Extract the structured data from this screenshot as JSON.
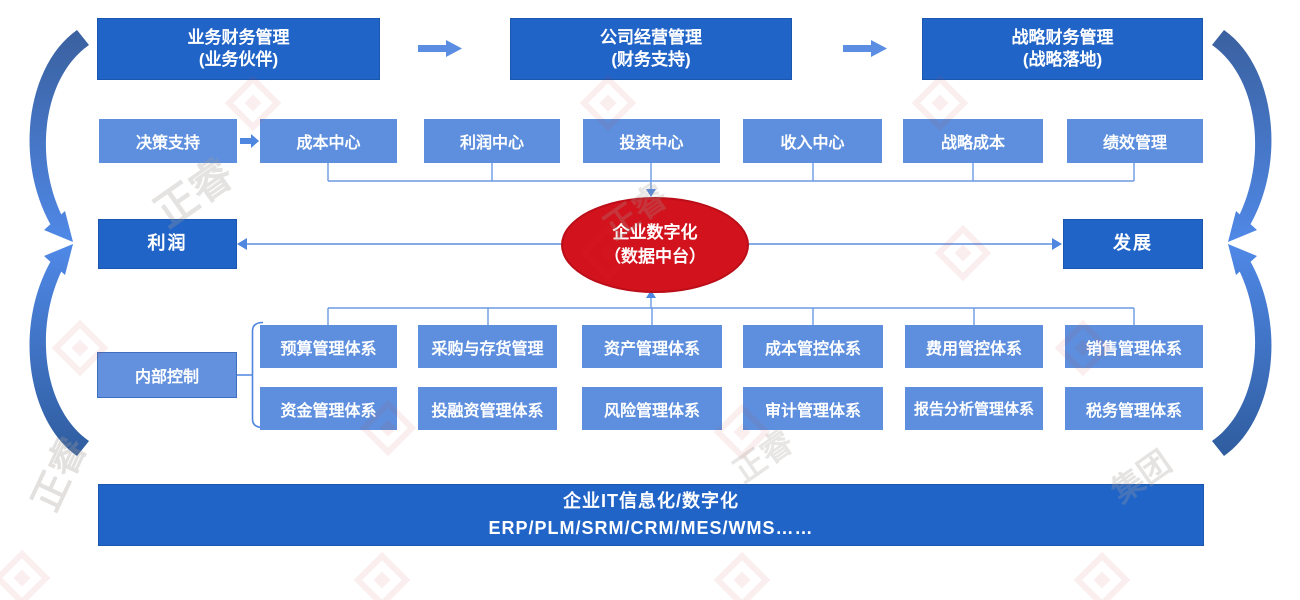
{
  "top_flow": {
    "boxes": [
      {
        "line1": "业务财务管理",
        "line2": "(业务伙伴)"
      },
      {
        "line1": "公司经营管理",
        "line2": "(财务支持)"
      },
      {
        "line1": "战略财务管理",
        "line2": "(战略落地)"
      }
    ]
  },
  "upper_row": {
    "lead": "决策支持",
    "items": [
      "成本中心",
      "利润中心",
      "投资中心",
      "收入中心",
      "战略成本",
      "绩效管理"
    ]
  },
  "hub": {
    "line1": "企业数字化",
    "line2": "（数据中台）",
    "left": "利润",
    "right": "发展"
  },
  "lower": {
    "lead": "内部控制",
    "row1": [
      "预算管理体系",
      "采购与存货管理",
      "资产管理体系",
      "成本管控体系",
      "费用管控体系",
      "销售管理体系"
    ],
    "row2": [
      "资金管理体系",
      "投融资管理体系",
      "风险管理体系",
      "审计管理体系",
      "报告分析管理体系",
      "税务管理体系"
    ]
  },
  "bottom_bar": {
    "line1": "企业IT信息化/数字化",
    "line2": "ERP/PLM/SRM/CRM/MES/WMS……"
  },
  "colors": {
    "dark_blue": "#2164c8",
    "light_blue": "#5d8fde",
    "red": "#d2121d",
    "connector": "#5b8ee0"
  },
  "watermark": {
    "texts": [
      "正睿",
      "正睿",
      "正睿",
      "正睿",
      "集团"
    ]
  }
}
